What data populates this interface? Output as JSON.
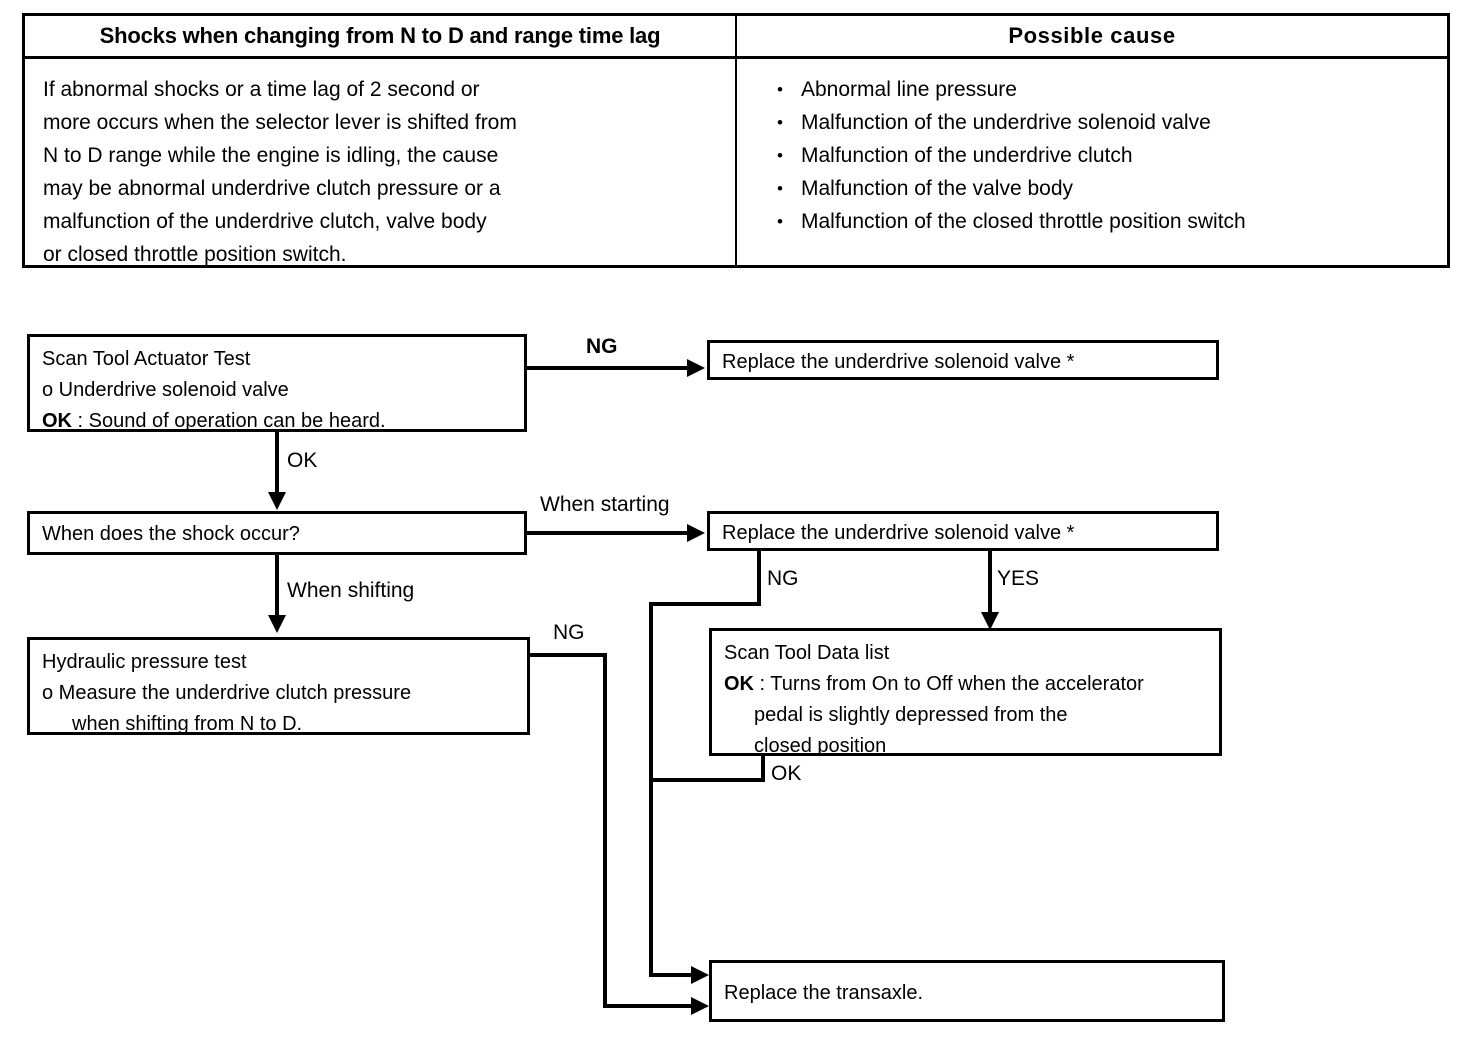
{
  "table": {
    "headers": {
      "symptom": "Shocks when changing from N to D and range time lag",
      "cause": "Possible  cause"
    },
    "symptom_description": [
      "If abnormal shocks or a time lag of 2 second or",
      "more occurs when the selector lever is shifted from",
      "N to D range while the engine is idling, the cause",
      "may be abnormal underdrive clutch pressure or a",
      "malfunction of the underdrive clutch, valve body",
      "or closed throttle position switch."
    ],
    "possible_causes": [
      "Abnormal line pressure",
      "Malfunction of the underdrive solenoid valve",
      "Malfunction of the underdrive clutch",
      "Malfunction of the valve body",
      "Malfunction of the closed throttle position switch"
    ],
    "bullet_glyph": "•"
  },
  "flowchart": {
    "boxes": {
      "scan_tool_actuator_test": {
        "line1": "Scan Tool Actuator Test",
        "line2": "o Underdrive solenoid valve",
        "line3_bold": "OK",
        "line3_rest": " : Sound of operation can be heard."
      },
      "replace_solenoid_1": {
        "line1": "Replace the underdrive solenoid valve *"
      },
      "when_shock_occur": {
        "line1": "When does the shock occur?"
      },
      "replace_solenoid_2": {
        "line1": "Replace the underdrive solenoid valve *"
      },
      "hydraulic_pressure_test": {
        "line1": "Hydraulic pressure test",
        "line2": "o Measure the underdrive clutch pressure",
        "line3": "when shifting from N to D."
      },
      "scan_tool_data_list": {
        "line1": "Scan Tool Data list",
        "line2_bold": "OK",
        "line2_rest": " : Turns from On to Off when the accelerator",
        "line3": "pedal is slightly depressed from the",
        "line4": "closed position"
      },
      "replace_transaxle": {
        "line1": "Replace the transaxle."
      }
    },
    "edge_labels": {
      "ng_top": "NG",
      "ok_top": "OK",
      "when_starting": "When starting",
      "when_shifting": "When shifting",
      "ng_solenoid2": "NG",
      "yes_solenoid2": "YES",
      "ng_hydraulic": "NG",
      "ok_datalist": "OK"
    }
  }
}
